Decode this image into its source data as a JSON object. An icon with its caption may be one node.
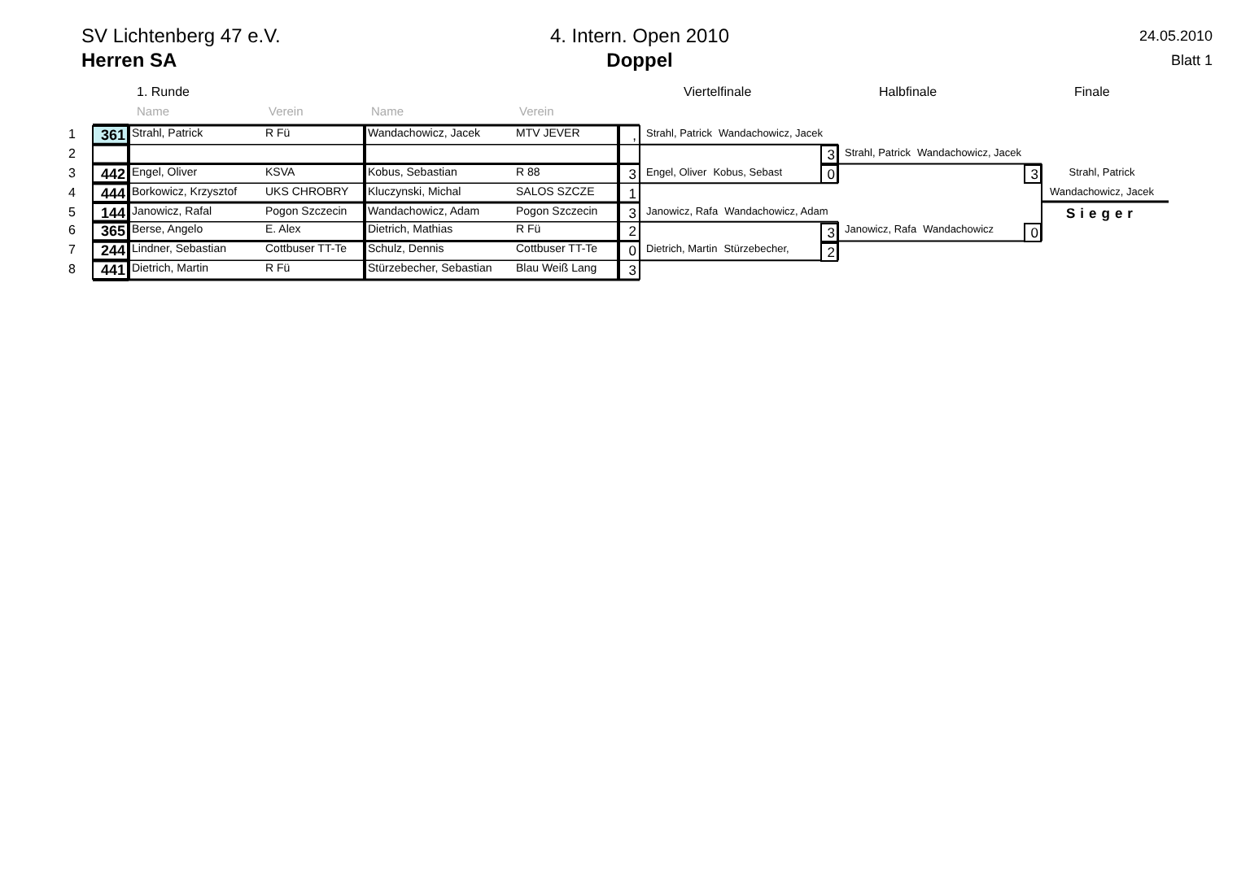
{
  "diagram": {
    "labels": [
      "SV Lichtenberg 47 e.V.",
      "4. Intern. Open 2010",
      "24.05.2010",
      "Herren SA",
      "Doppel",
      "Blatt 1",
      "1. Runde",
      "Viertelfinale",
      "Halbfinale",
      "Finale",
      "Name",
      "Verein",
      "Name",
      "Verein",
      "1",
      "361",
      "Strahl, Patrick",
      "R Fü",
      "Wandachowicz, Jacek",
      "MTV JEVER",
      ",",
      "Strahl, Patrick",
      "Wandachowicz, Jacek",
      "2",
      "3",
      "Strahl, Patrick",
      "Wandachowicz, Jacek",
      "3",
      "442",
      "Engel, Oliver",
      "KSVA",
      "Kobus, Sebastian",
      "R 88",
      "3",
      "Engel, Oliver",
      "Kobus, Sebast",
      "0",
      "3",
      "Strahl, Patrick",
      "4",
      "444",
      "Borkowicz, Krzysztof",
      "UKS CHROBRY",
      "Kluczynski, Michal",
      "SALOS SZCZE",
      "1",
      "Wandachowicz, Jacek",
      "5",
      "144",
      "Janowicz, Rafal",
      "Pogon Szczecin",
      "Wandachowicz, Adam",
      "Pogon Szczecin",
      "3",
      "Janowicz, Rafa",
      "Wandachowicz, Adam",
      "Sieger",
      "6",
      "365",
      "Berse, Angelo",
      "E. Alex",
      "Dietrich, Mathias",
      "R Fü",
      "2",
      "3",
      "Janowicz, Rafa",
      "Wandachowicz",
      "0",
      "7",
      "244",
      "Lindner, Sebastian",
      "Cottbuser TT-Te",
      "Schulz, Dennis",
      "Cottbuser TT-Te",
      "0",
      "Dietrich, Martin",
      "Stürzebecher,",
      "2",
      "8",
      "441",
      "Dietrich, Martin",
      "R Fü",
      "Stürzebecher, Sebastian",
      "Blau Weiß Lang",
      "3"
    ]
  }
}
